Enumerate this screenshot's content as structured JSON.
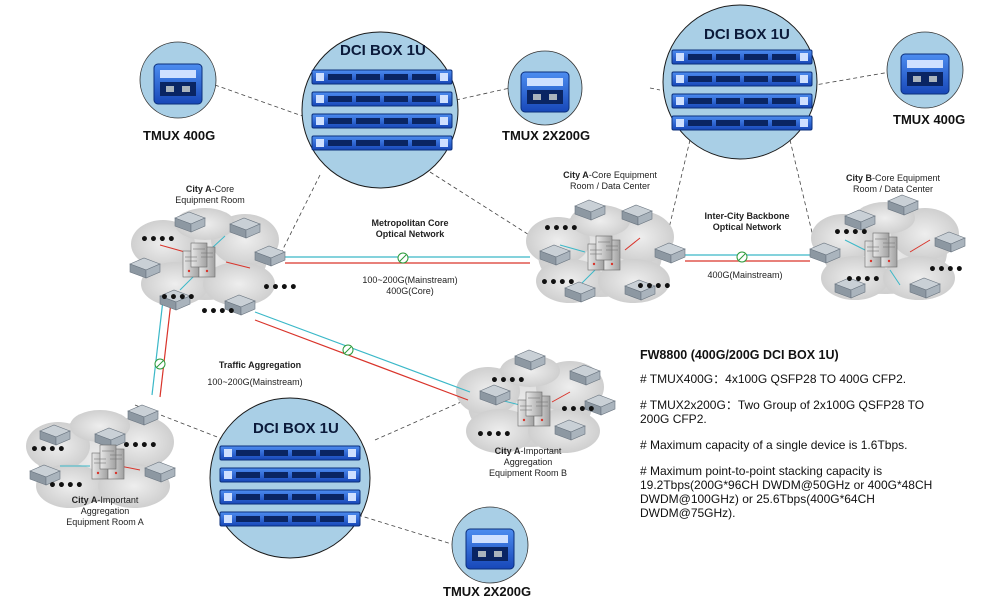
{
  "devices": {
    "tmux_400g_left": "TMUX 400G",
    "tmux_2x200g_top": "TMUX 2X200G",
    "tmux_400g_right": "TMUX 400G",
    "tmux_2x200g_bottom": "TMUX 2X200G",
    "dci_top": "DCI BOX 1U",
    "dci_right": "DCI BOX 1U",
    "dci_bottom": "DCI BOX 1U"
  },
  "nodes": {
    "city_a_core": {
      "city": "City A",
      "rest1": "-Core",
      "line2": "Equipment Room"
    },
    "city_a_dc": {
      "city": "City A",
      "rest1": "-Core Equipment",
      "line2": "Room / Data Center"
    },
    "city_b_dc": {
      "city": "City B",
      "rest1": "-Core Equipment",
      "line2": "Room / Data Center"
    },
    "city_a_agg_a": {
      "city": "City A",
      "rest1": "-Important",
      "line2": "Aggregation",
      "line3": "Equipment Room A"
    },
    "city_a_agg_b": {
      "city": "City A",
      "rest1": "-Important",
      "line2": "Aggregation",
      "line3": "Equipment Room B"
    }
  },
  "links": {
    "metro_title1": "Metropolitan Core",
    "metro_title2": "Optical Network",
    "metro_cap1": "100~200G(Mainstream)",
    "metro_cap2": "400G(Core)",
    "intercity_title1": "Inter-City Backbone",
    "intercity_title2": "Optical Network",
    "intercity_cap": "400G(Mainstream)",
    "agg_title": "Traffic Aggregation",
    "agg_cap": "100~200G(Mainstream)"
  },
  "dots": "••••",
  "info": {
    "heading": "FW8800  (400G/200G DCI BOX 1U)",
    "line1": "# TMUX400G：4x100G QSFP28 TO 400G CFP2.",
    "line2": "# TMUX2x200G：Two Group of 2x100G QSFP28 TO 200G CFP2.",
    "line3": "# Maximum capacity of a single device is 1.6Tbps.",
    "line4": "# Maximum point-to-point stacking capacity is 19.2Tbps(200G*96CH DWDM@50GHz or 400G*48CH DWDM@100GHz) or 25.6Tbps(400G*64CH DWDM@75GHz)."
  },
  "colors": {
    "circle_fill": "#a9cfe6",
    "cloud_fill": "#d9d9d9",
    "link_red": "#d9342b",
    "link_cyan": "#3bb8c8",
    "device_blue": "#1f5fd6"
  }
}
